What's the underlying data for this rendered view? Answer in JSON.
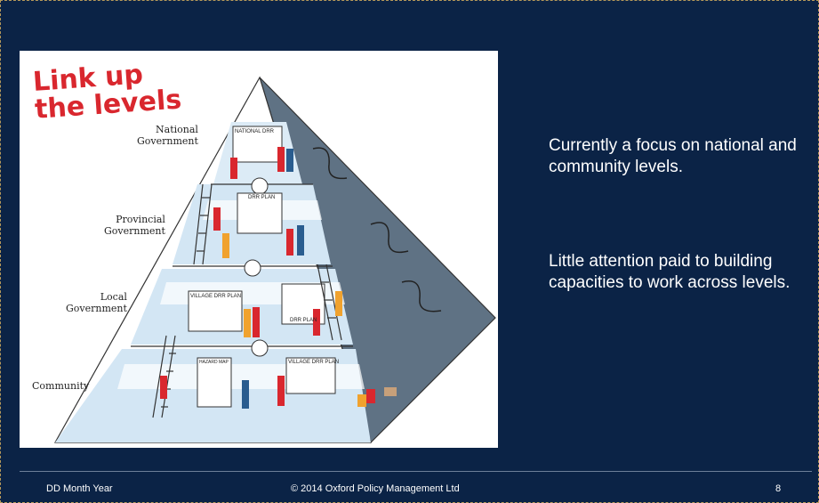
{
  "illustration": {
    "headline_line1": "Link up",
    "headline_line2": "the levels",
    "levels": [
      {
        "label_line1": "National",
        "label_line2": "Government"
      },
      {
        "label_line1": "Provincial",
        "label_line2": "Government"
      },
      {
        "label_line1": "Local",
        "label_line2": "Government"
      },
      {
        "label_line1": "Community",
        "label_line2": ""
      }
    ],
    "boards": {
      "national": "NATIONAL DRR",
      "provincial": "DRR PLAN",
      "local_village": "VILLAGE DRR PLAN",
      "local_drr": "DRR PLAN",
      "community_hazard": "HAZARD MAP",
      "community_village": "VILLAGE DRR PLAN"
    }
  },
  "content": {
    "point1": "Currently a focus on national and community levels.",
    "point2": "Little attention paid to building capacities to work across levels."
  },
  "footer": {
    "date": "DD Month Year",
    "copyright": "© 2014 Oxford Policy Management Ltd",
    "page_number": "8"
  }
}
